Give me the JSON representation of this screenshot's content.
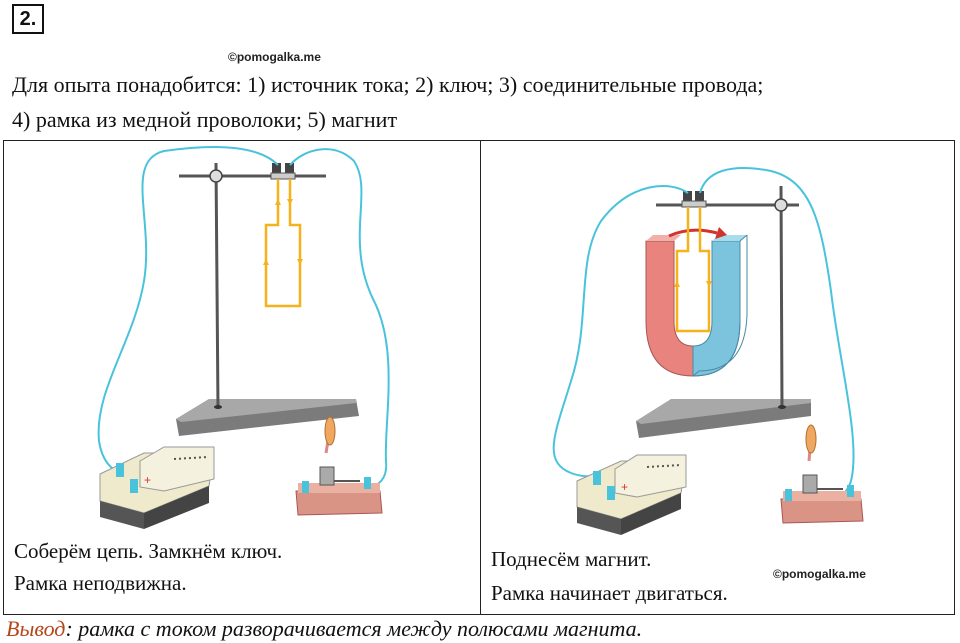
{
  "task": {
    "number": "2."
  },
  "watermark": "©pomogalka.me",
  "intro": {
    "line1": "Для опыта понадобится: 1) источник тока; 2) ключ; 3) соединительные провода;",
    "line2": "4) рамка из медной проволоки; 5) магнит"
  },
  "panels": {
    "left": {
      "caption1": "Соберём цепь. Замкнём ключ.",
      "caption2": "Рамка неподвижна."
    },
    "right": {
      "caption1": "Поднесём магнит.",
      "caption2": "Рамка начинает двигаться."
    }
  },
  "conclusion": {
    "label": "Вывод",
    "text": ": рамка с током разворачивается между полюсами магнита."
  },
  "colors": {
    "wire": "#49c3dc",
    "frame": "#f5b21b",
    "magnet_red": "#e8837d",
    "magnet_blue": "#7cc4dd",
    "stand": "#555555",
    "base_top": "#9a9a9a",
    "battery": "#eeeacb",
    "switch_base": "#d99485",
    "conclusion_label": "#b5471b"
  },
  "icons": [
    "stand-icon",
    "wire-frame-icon",
    "battery-icon",
    "switch-icon",
    "magnet-icon",
    "rotation-arrow-icon"
  ]
}
